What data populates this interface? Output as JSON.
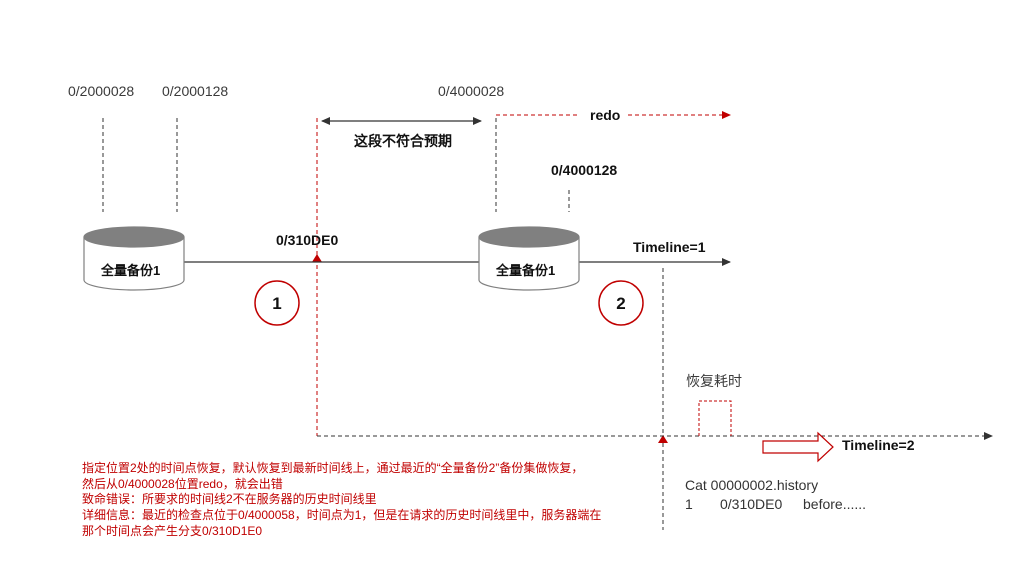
{
  "lsn_labels": {
    "a": "0/2000028",
    "b": "0/2000128",
    "c": "0/4000028",
    "d": "0/4000128",
    "e": "0/310DE0"
  },
  "redo_label": "redo",
  "range_label": "这段不符合预期",
  "timeline1_label": "Timeline=1",
  "timeline2_label": "Timeline=2",
  "backup1_label": "全量备份1",
  "backup2_label": "全量备份1",
  "point1": "1",
  "point2": "2",
  "recovery_time_label": "恢复耗时",
  "error_lines": [
    "指定位置2处的时间点恢复，默认恢复到最新时间线上，通过最近的“全量备份2”备份集做恢复，",
    "然后从0/4000028位置redo，就会出错",
    "致命错误：所要求的时间线2不在服务器的历史时间线里",
    "详细信息：最近的检查点位于0/4000058，时间点为1，但是在请求的历史时间线里中，服务器端在",
    "那个时间点会产生分支0/310D1E0"
  ],
  "history": {
    "cmd": "Cat 00000002.history",
    "row_tl": "1",
    "row_lsn": "0/310DE0",
    "row_reason": "before......"
  },
  "colors": {
    "red": "#c00000",
    "line": "#333333",
    "db_top": "#808080",
    "circle": "#c00000"
  }
}
